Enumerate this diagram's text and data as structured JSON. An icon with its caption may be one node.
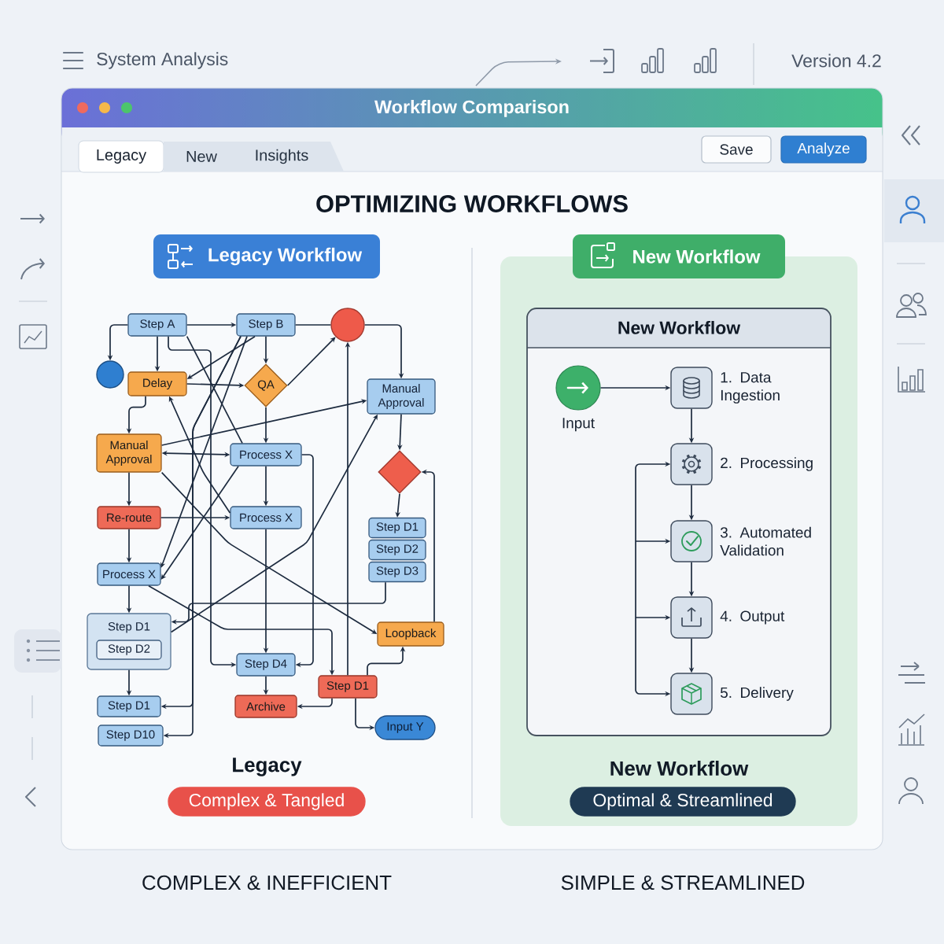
{
  "diagram": {
    "title": "OPTIMIZING WORKFLOWS",
    "nodes": [
      {
        "text": [
          "Workflow Comparison"
        ]
      },
      {
        "text": [
          "Legacy"
        ],
        "in": 0
      },
      {
        "text": [
          "New"
        ],
        "in": 0
      },
      {
        "text": [
          "Insights"
        ],
        "in": 0
      },
      {
        "text": [
          "Save"
        ],
        "in": 0
      },
      {
        "text": [
          "Analyze"
        ],
        "in": 0
      },
      {
        "text": [
          "Legacy Workflow"
        ],
        "in": 0
      },
      {
        "text": [
          "New Workflow"
        ],
        "in": 0
      },
      {
        "text": [
          "New Workflow"
        ],
        "in": 0
      },
      {
        "text": [
          "New Workflow"
        ],
        "in": 8
      },
      {
        "text": [],
        "shape": "circle",
        "beside": [
          "Input"
        ],
        "in": 9
      },
      {
        "text": [],
        "shape": "box",
        "beside": [
          "1. Data Ingestion"
        ],
        "in": 9
      },
      {
        "text": [],
        "shape": "box",
        "beside": [
          "2. Processing"
        ],
        "in": 9
      },
      {
        "text": [],
        "shape": "box",
        "beside": [
          "3. Automated Validation"
        ],
        "in": 9
      },
      {
        "text": [],
        "shape": "box",
        "beside": [
          "4. Output"
        ],
        "in": 9
      },
      {
        "text": [],
        "shape": "box",
        "beside": [
          "5. Delivery"
        ],
        "in": 9
      },
      {
        "text": [
          "Optimal & Streamlined"
        ],
        "in": 8
      },
      {
        "text": [
          "Complex & Tangled"
        ],
        "in": 0
      },
      {
        "text": [
          "Step A"
        ],
        "in": 0
      },
      {
        "text": [
          "Step B"
        ],
        "in": 0
      },
      {
        "text": [],
        "shape": "circle",
        "in": 0
      },
      {
        "text": [],
        "shape": "circle",
        "in": 0
      },
      {
        "text": [
          "Delay"
        ],
        "in": 0
      },
      {
        "text": [
          "QA"
        ],
        "in": 0
      },
      {
        "text": [
          "Manual Approval"
        ],
        "in": 0
      },
      {
        "text": [
          "Manual Approval"
        ],
        "in": 0
      },
      {
        "text": [
          "Process X"
        ],
        "in": 0
      },
      {
        "text": [],
        "shape": "diamond",
        "in": 0
      },
      {
        "text": [
          "Re-route"
        ],
        "in": 0
      },
      {
        "text": [
          "Process X"
        ],
        "in": 0
      },
      {
        "text": [
          "Step D1"
        ],
        "in": 0
      },
      {
        "text": [
          "Step D2"
        ],
        "in": 0
      },
      {
        "text": [
          "Step D3"
        ],
        "in": 0
      },
      {
        "text": [
          "Process X"
        ],
        "in": 0
      },
      {
        "text": [
          "Step D1"
        ],
        "in": 0
      },
      {
        "text": [
          "Step D2"
        ],
        "in": 34
      },
      {
        "text": [
          "Loopback"
        ],
        "in": 0
      },
      {
        "text": [
          "Step D4"
        ],
        "in": 0
      },
      {
        "text": [
          "Step D1"
        ],
        "in": 0
      },
      {
        "text": [
          "Step D1"
        ],
        "in": 0
      },
      {
        "text": [
          "Archive"
        ],
        "in": 0
      },
      {
        "text": [
          "Step D10"
        ],
        "in": 0
      },
      {
        "text": [
          "Input Y"
        ],
        "in": 0
      }
    ],
    "edges": [
      {
        "from": 18,
        "to": 19,
        "arrow": "to"
      },
      {
        "from": 18,
        "to": 21,
        "arrow": "to"
      },
      {
        "from": 18,
        "to": 22,
        "arrow": "to"
      },
      {
        "from": 19,
        "to": 23,
        "arrow": "to"
      },
      {
        "from": 19,
        "to": 20,
        "arrow": "none"
      },
      {
        "from": 20,
        "to": 24,
        "arrow": "to"
      },
      {
        "from": 22,
        "to": 23,
        "arrow": "to"
      },
      {
        "from": 22,
        "to": 25,
        "arrow": "to"
      },
      {
        "from": 23,
        "to": 26,
        "arrow": "to"
      },
      {
        "from": 23,
        "to": 20,
        "arrow": "to"
      },
      {
        "from": 25,
        "to": 26,
        "arrow": "both"
      },
      {
        "from": 24,
        "to": 27,
        "arrow": "to"
      },
      {
        "from": 27,
        "to": 30,
        "arrow": "to"
      },
      {
        "from": 26,
        "to": 29,
        "arrow": "to"
      },
      {
        "from": 25,
        "to": 28,
        "arrow": "to"
      },
      {
        "from": 28,
        "to": 29,
        "arrow": "to"
      },
      {
        "from": 28,
        "to": 33,
        "arrow": "to"
      },
      {
        "from": 33,
        "to": 34,
        "arrow": "to"
      },
      {
        "from": 34,
        "to": 39,
        "arrow": "to"
      },
      {
        "from": 29,
        "to": 37,
        "arrow": "to"
      },
      {
        "from": 37,
        "to": 40,
        "arrow": "to"
      },
      {
        "from": 38,
        "to": 40,
        "arrow": "to"
      },
      {
        "from": 38,
        "to": 42,
        "arrow": "to"
      },
      {
        "from": 38,
        "to": 36,
        "arrow": "to"
      },
      {
        "from": 36,
        "to": 27,
        "arrow": "to"
      },
      {
        "from": 25,
        "to": 24,
        "arrow": "to"
      },
      {
        "from": 19,
        "to": 22,
        "arrow": "to"
      },
      {
        "from": 19,
        "to": 33,
        "arrow": "to"
      },
      {
        "from": 18,
        "to": 26,
        "arrow": "none"
      },
      {
        "from": 18,
        "to": 37,
        "arrow": "to"
      },
      {
        "from": 34,
        "to": 24,
        "arrow": "to"
      },
      {
        "from": 38,
        "to": 20,
        "arrow": "to"
      },
      {
        "from": 26,
        "to": 33,
        "arrow": "to"
      },
      {
        "from": 32,
        "to": 34,
        "arrow": "to"
      },
      {
        "from": 19,
        "to": 39,
        "arrow": "to"
      },
      {
        "from": 19,
        "to": 41,
        "arrow": "to"
      },
      {
        "from": 25,
        "to": 36,
        "arrow": "to"
      },
      {
        "from": 26,
        "to": 37,
        "arrow": "to"
      },
      {
        "from": 33,
        "to": 38,
        "arrow": "to"
      },
      {
        "from": 29,
        "to": 22,
        "arrow": "to"
      },
      {
        "from": 10,
        "to": 11,
        "arrow": "to"
      },
      {
        "from": 11,
        "to": 12,
        "arrow": "to"
      },
      {
        "from": 12,
        "to": 13,
        "arrow": "to"
      },
      {
        "from": 13,
        "to": 14,
        "arrow": "to"
      },
      {
        "from": 14,
        "to": 15,
        "arrow": "to"
      },
      {
        "from": null,
        "to": 12,
        "arrow": "to"
      },
      {
        "from": null,
        "to": 13,
        "arrow": "to"
      },
      {
        "from": null,
        "to": 14,
        "arrow": "to"
      },
      {
        "from": null,
        "to": 15,
        "arrow": "to"
      }
    ],
    "labels": [
      "System Analysis",
      "Version 4.2",
      "Legacy",
      "COMPLEX & INEFFICIENT",
      "SIMPLE & STREAMLINED"
    ]
  }
}
